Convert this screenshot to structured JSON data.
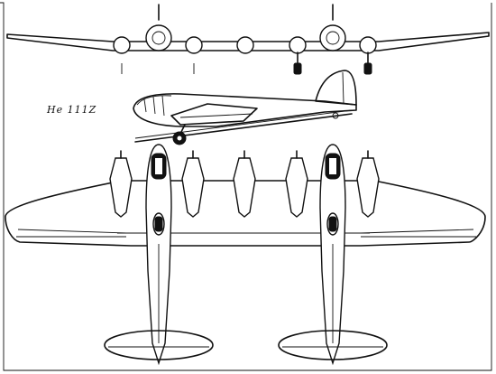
{
  "figure": {
    "model_label": "He 111Z",
    "views": [
      "front",
      "side",
      "top"
    ],
    "line_color": "#111111",
    "background_color": "#ffffff"
  }
}
